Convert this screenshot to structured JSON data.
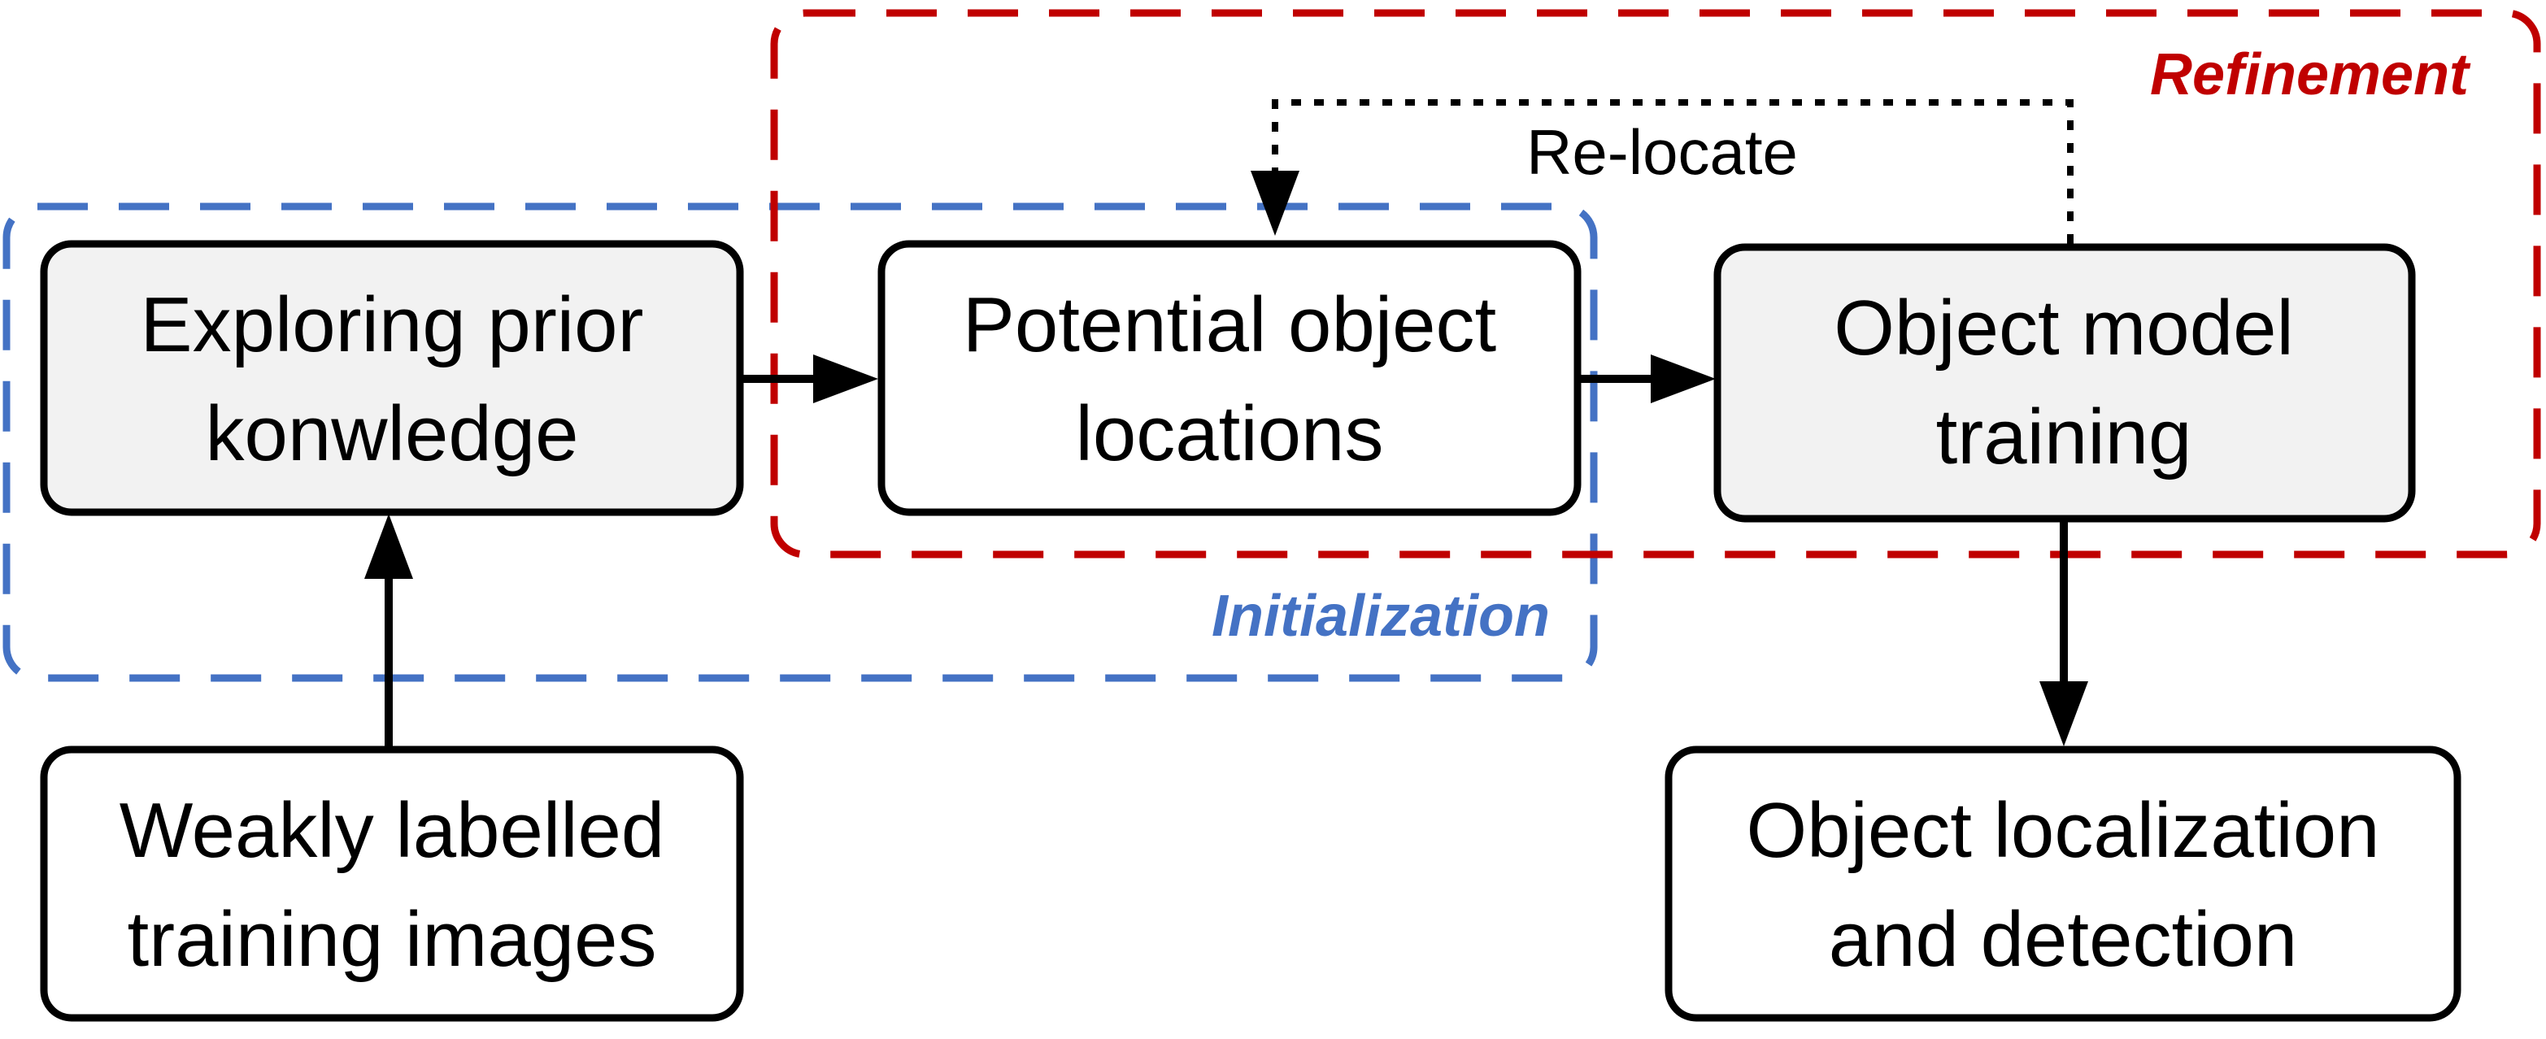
{
  "colors": {
    "initialization": "#4472c4",
    "refinement": "#c00000",
    "shaded_node": "#f2f2f2"
  },
  "groups": {
    "initialization": {
      "label": "Initialization"
    },
    "refinement": {
      "label": "Refinement"
    }
  },
  "nodes": {
    "exploring": {
      "line1": "Exploring prior",
      "line2": "konwledge"
    },
    "potential": {
      "line1": "Potential object",
      "line2": "locations"
    },
    "training": {
      "line1": "Object model",
      "line2": "training"
    },
    "weakly": {
      "line1": "Weakly labelled",
      "line2": "training images"
    },
    "localization": {
      "line1": "Object localization",
      "line2": "and detection"
    }
  },
  "edges": {
    "relocate": {
      "label": "Re-locate"
    }
  }
}
